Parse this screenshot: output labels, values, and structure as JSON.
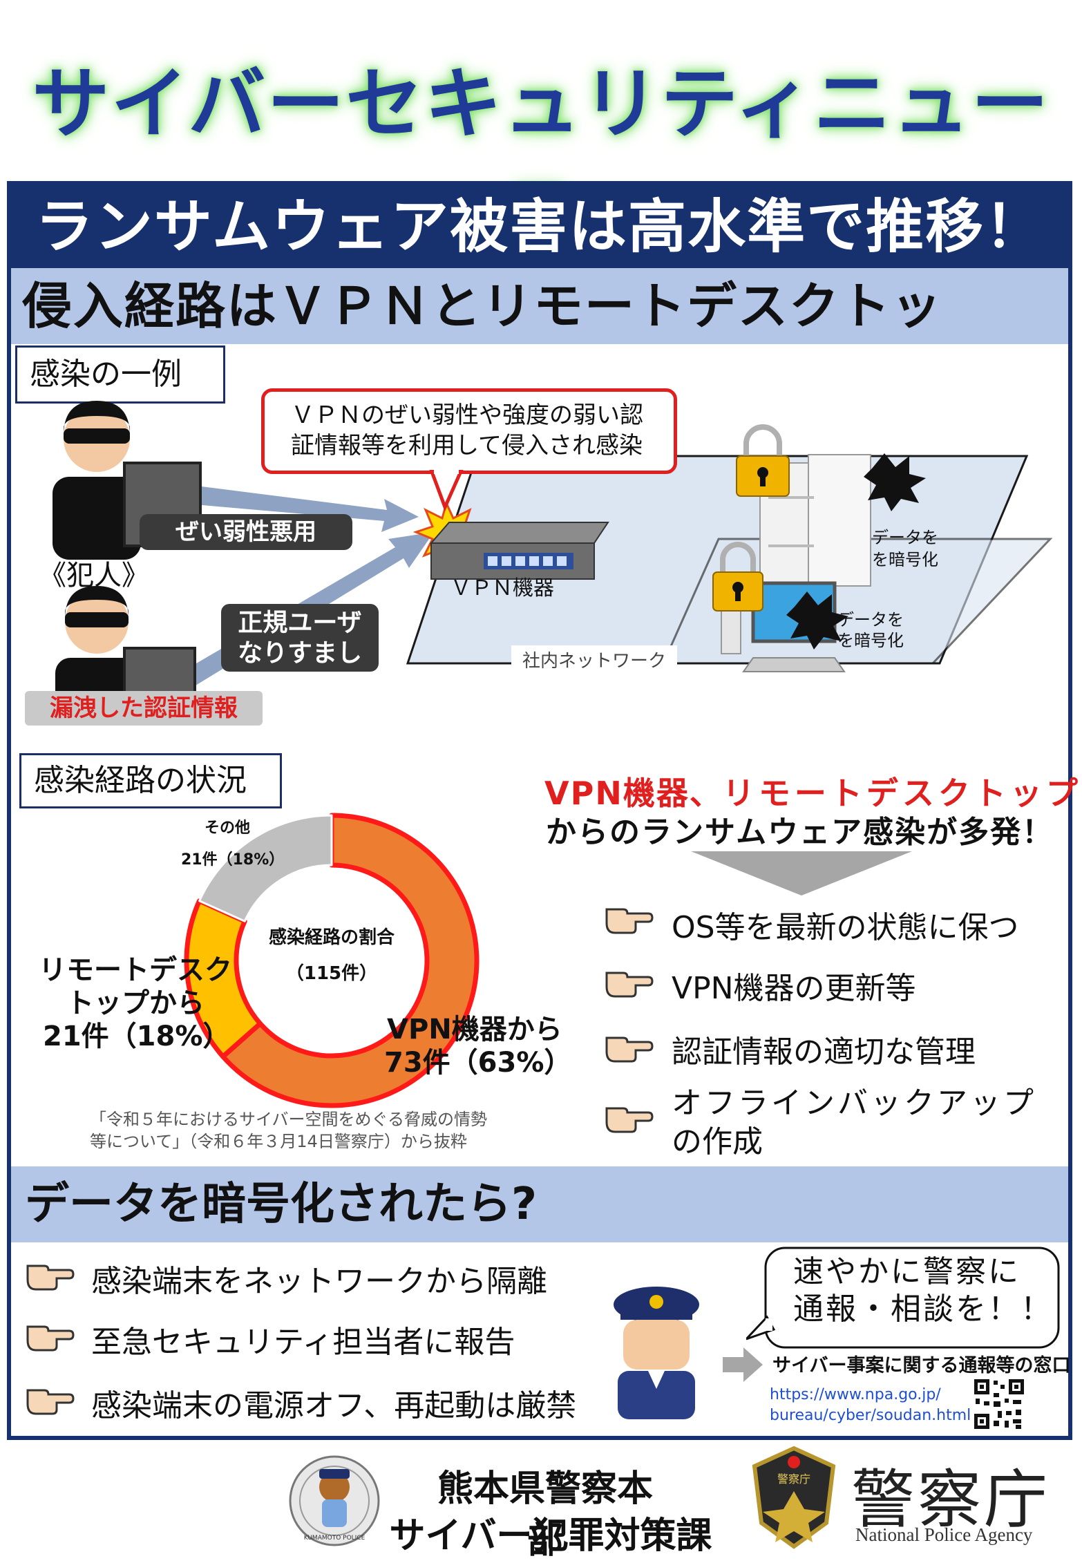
{
  "title": "サイバーセキュリティニュース",
  "headline": "ランサムウェア被害は高水準で推移！",
  "subheadline": "侵入経路はＶＰＮとリモートデスクトップ！！",
  "example": {
    "box_label": "感染の一例",
    "callout": "ＶＰＮのぜい弱性や強度の弱い認証情報等を利用して侵入され感染",
    "callout_line1": "ＶＰＮのぜい弱性や強度の弱い認",
    "callout_line2": "証情報等を利用して侵入され感染",
    "label_vuln": "ぜい弱性悪用",
    "label_criminal": "《犯人》",
    "label_impersonate_1": "正規ユーザ",
    "label_impersonate_2": "なりすまし",
    "label_leaked": "漏洩した認証情報",
    "label_vpn": "ＶＰＮ機器",
    "label_network": "社内ネットワーク",
    "encrypt_server_1": "データを",
    "encrypt_server_2": "を暗号化",
    "encrypt_pc_1": "データを",
    "encrypt_pc_2": "を暗号化"
  },
  "route": {
    "box_label": "感染経路の状況",
    "source_note_1": "「令和５年におけるサイバー空間をめぐる脅威の情勢",
    "source_note_2": "等について」（令和６年３月14日警察庁）から抜粋"
  },
  "chart_data": {
    "type": "pie",
    "title": "感染経路の割合",
    "subtitle": "（115件）",
    "categories": [
      "VPN機器から",
      "リモートデスクトップから",
      "その他"
    ],
    "values": [
      73,
      21,
      21
    ],
    "percentages": [
      63,
      18,
      18
    ],
    "colors": [
      "#ed7d31",
      "#ffc000",
      "#bfbfbf"
    ],
    "labels": {
      "vpn_1": "VPN機器から",
      "vpn_2": "73件（63%）",
      "rdp_1": "リモートデスク",
      "rdp_2": "トップから",
      "rdp_3": "21件（18%）",
      "other_1": "その他",
      "other_2": "21件（18%）"
    }
  },
  "warning": {
    "line1_part1": "VPN機器、",
    "line1_part2": "リモートデスクトップ",
    "line2": "からのランサムウェア感染が多発！",
    "accent": "#e01f1f"
  },
  "tips": [
    "OS等を最新の状態に保つ",
    "VPN機器の更新等",
    "認証情報の適切な管理",
    "オフラインバックアップ",
    "の作成"
  ],
  "encrypted": {
    "heading": "データを暗号化されたら?",
    "items": [
      "感染端末をネットワークから隔離",
      "至急セキュリティ担当者に報告",
      "感染端末の電源オフ、再起動は厳禁"
    ],
    "speech_1": "速やかに警察に",
    "speech_2": "通報・相談を！！",
    "window_label": "サイバー事案に関する通報等の窓口",
    "url_1": "https://www.npa.go.jp/",
    "url_2": "bureau/cyber/soudan.html"
  },
  "footer": {
    "dept_1": "熊本県警察本部",
    "dept_2": "サイバー犯罪対策課",
    "agency": "警察庁",
    "agency_en": "National Police Agency",
    "kumamoto_seal": "KUMAMOTO POLICE",
    "npa_seal": "警察庁"
  },
  "colors": {
    "navy": "#17306e",
    "light_blue": "#b4c6e7",
    "red": "#e01f1f",
    "title_blue": "#1f3b97"
  }
}
